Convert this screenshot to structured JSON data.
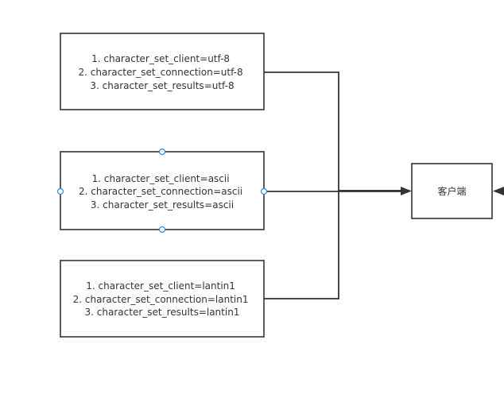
{
  "diagram": {
    "nodes": [
      {
        "id": "utf8",
        "lines": [
          "1. character_set_client=utf-8",
          "2. character_set_connection=utf-8",
          "3. character_set_results=utf-8"
        ]
      },
      {
        "id": "ascii",
        "lines": [
          "1. character_set_client=ascii",
          "2. character_set_connection=ascii",
          "3. character_set_results=ascii"
        ]
      },
      {
        "id": "lantin1",
        "lines": [
          "1. character_set_client=lantin1",
          "2. character_set_connection=lantin1",
          "3. character_set_results=lantin1"
        ]
      },
      {
        "id": "client",
        "lines": [
          "客户端"
        ]
      }
    ],
    "colors": {
      "stroke": "#333333",
      "text": "#333333",
      "handle": "#2a8fd6",
      "background": "#ffffff"
    }
  }
}
